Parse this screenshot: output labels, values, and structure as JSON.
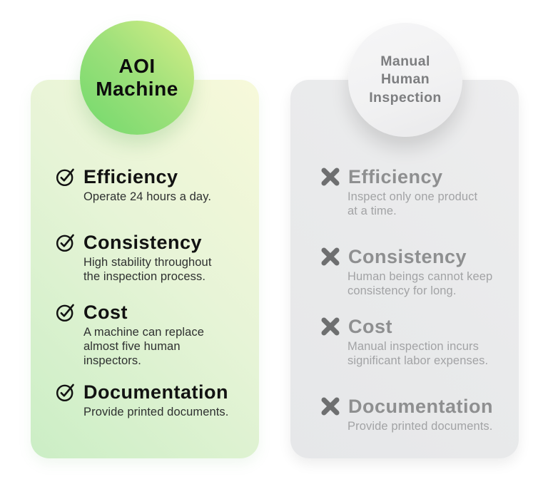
{
  "page": {
    "background_color": "#ffffff"
  },
  "left_column": {
    "badge": {
      "label": "AOI\nMachine",
      "gradient_start_color": "#72d96c",
      "gradient_end_color": "#d8ee87",
      "text_color": "#0d0d0d"
    },
    "card": {
      "gradient_start_color": "#f7f9da",
      "gradient_end_color": "#cbeec5"
    },
    "icon_name": "check-circle-icon",
    "icon_color": "#121212",
    "items": [
      {
        "title": "Efficiency",
        "description": "Operate 24 hours a day."
      },
      {
        "title": "Consistency",
        "description": "High stability throughout\nthe inspection process."
      },
      {
        "title": "Cost",
        "description": "A machine can replace\nalmost five human\ninspectors."
      },
      {
        "title": "Documentation",
        "description": "Provide printed documents."
      }
    ]
  },
  "right_column": {
    "badge": {
      "label": "Manual\nHuman\nInspection",
      "background_color": "#f3f3f4",
      "text_color": "#7d7e80"
    },
    "card": {
      "background_color": "#e9eaeb"
    },
    "icon_name": "cross-icon",
    "icon_color": "#6e6f70",
    "items": [
      {
        "title": "Efficiency",
        "description": "Inspect only one product\nat a time."
      },
      {
        "title": "Consistency",
        "description": "Human beings cannot keep\nconsistency for long."
      },
      {
        "title": "Cost",
        "description": "Manual inspection incurs\nsignificant labor expenses."
      },
      {
        "title": "Documentation",
        "description": "Provide printed documents."
      }
    ]
  }
}
